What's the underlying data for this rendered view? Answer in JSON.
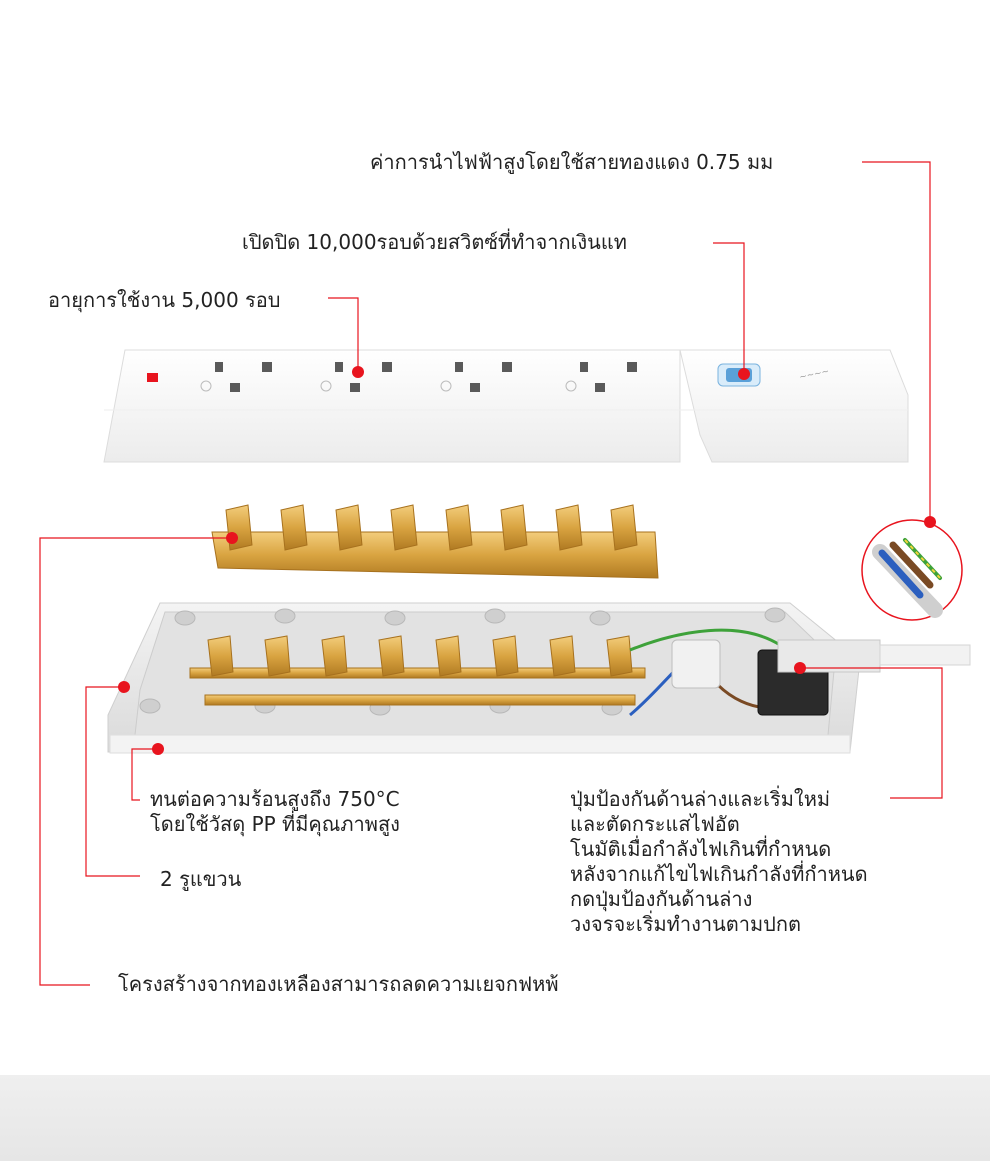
{
  "colors": {
    "accent": "#e8141e",
    "leader": "#e8141e",
    "brass": "#d9a441",
    "housing": "#ffffff",
    "housing_inner": "#e4e4e4",
    "switch": "#5aa0d8",
    "footer": "#ececec"
  },
  "labels": {
    "copper_wire": "ค่าการนำไฟฟ้าสูงโดยใช้สายทองแดง 0.75 มม",
    "silver_switch": "เปิดปิด 10,000รอบด้วยสวิตซ์ที่ทำจากเงินแท",
    "lifetime": "อายุการใช้งาน 5,000 รอบ",
    "heat_resist": [
      "ทนต่อความร้อนสูงถึง 750°C",
      "โดยใช้วัสดุ PP ที่มีคุณภาพสูง"
    ],
    "hanging_holes": "2 รูแขวน",
    "overload": [
      "ปุ่มป้องกันด้านล่างและเริ่มใหม่",
      "และตัดกระแสไฟอัต",
      "โนมัติเมื่อกำลังไฟเกินที่กำหนด",
      "หลังจากแก้ไขไฟเกินกำลังที่กำหนด",
      "กดปุ่มป้องกันด้านล่าง",
      "วงจรจะเริ่มทำงานตามปกต"
    ],
    "brass_frame": "โครงสร้างจากทองเหลืองสามารถลดความเยจกฟหพ้"
  },
  "icons": {
    "power_indicator": "power-led-icon",
    "brand_logo": "brand-logo-icon"
  }
}
